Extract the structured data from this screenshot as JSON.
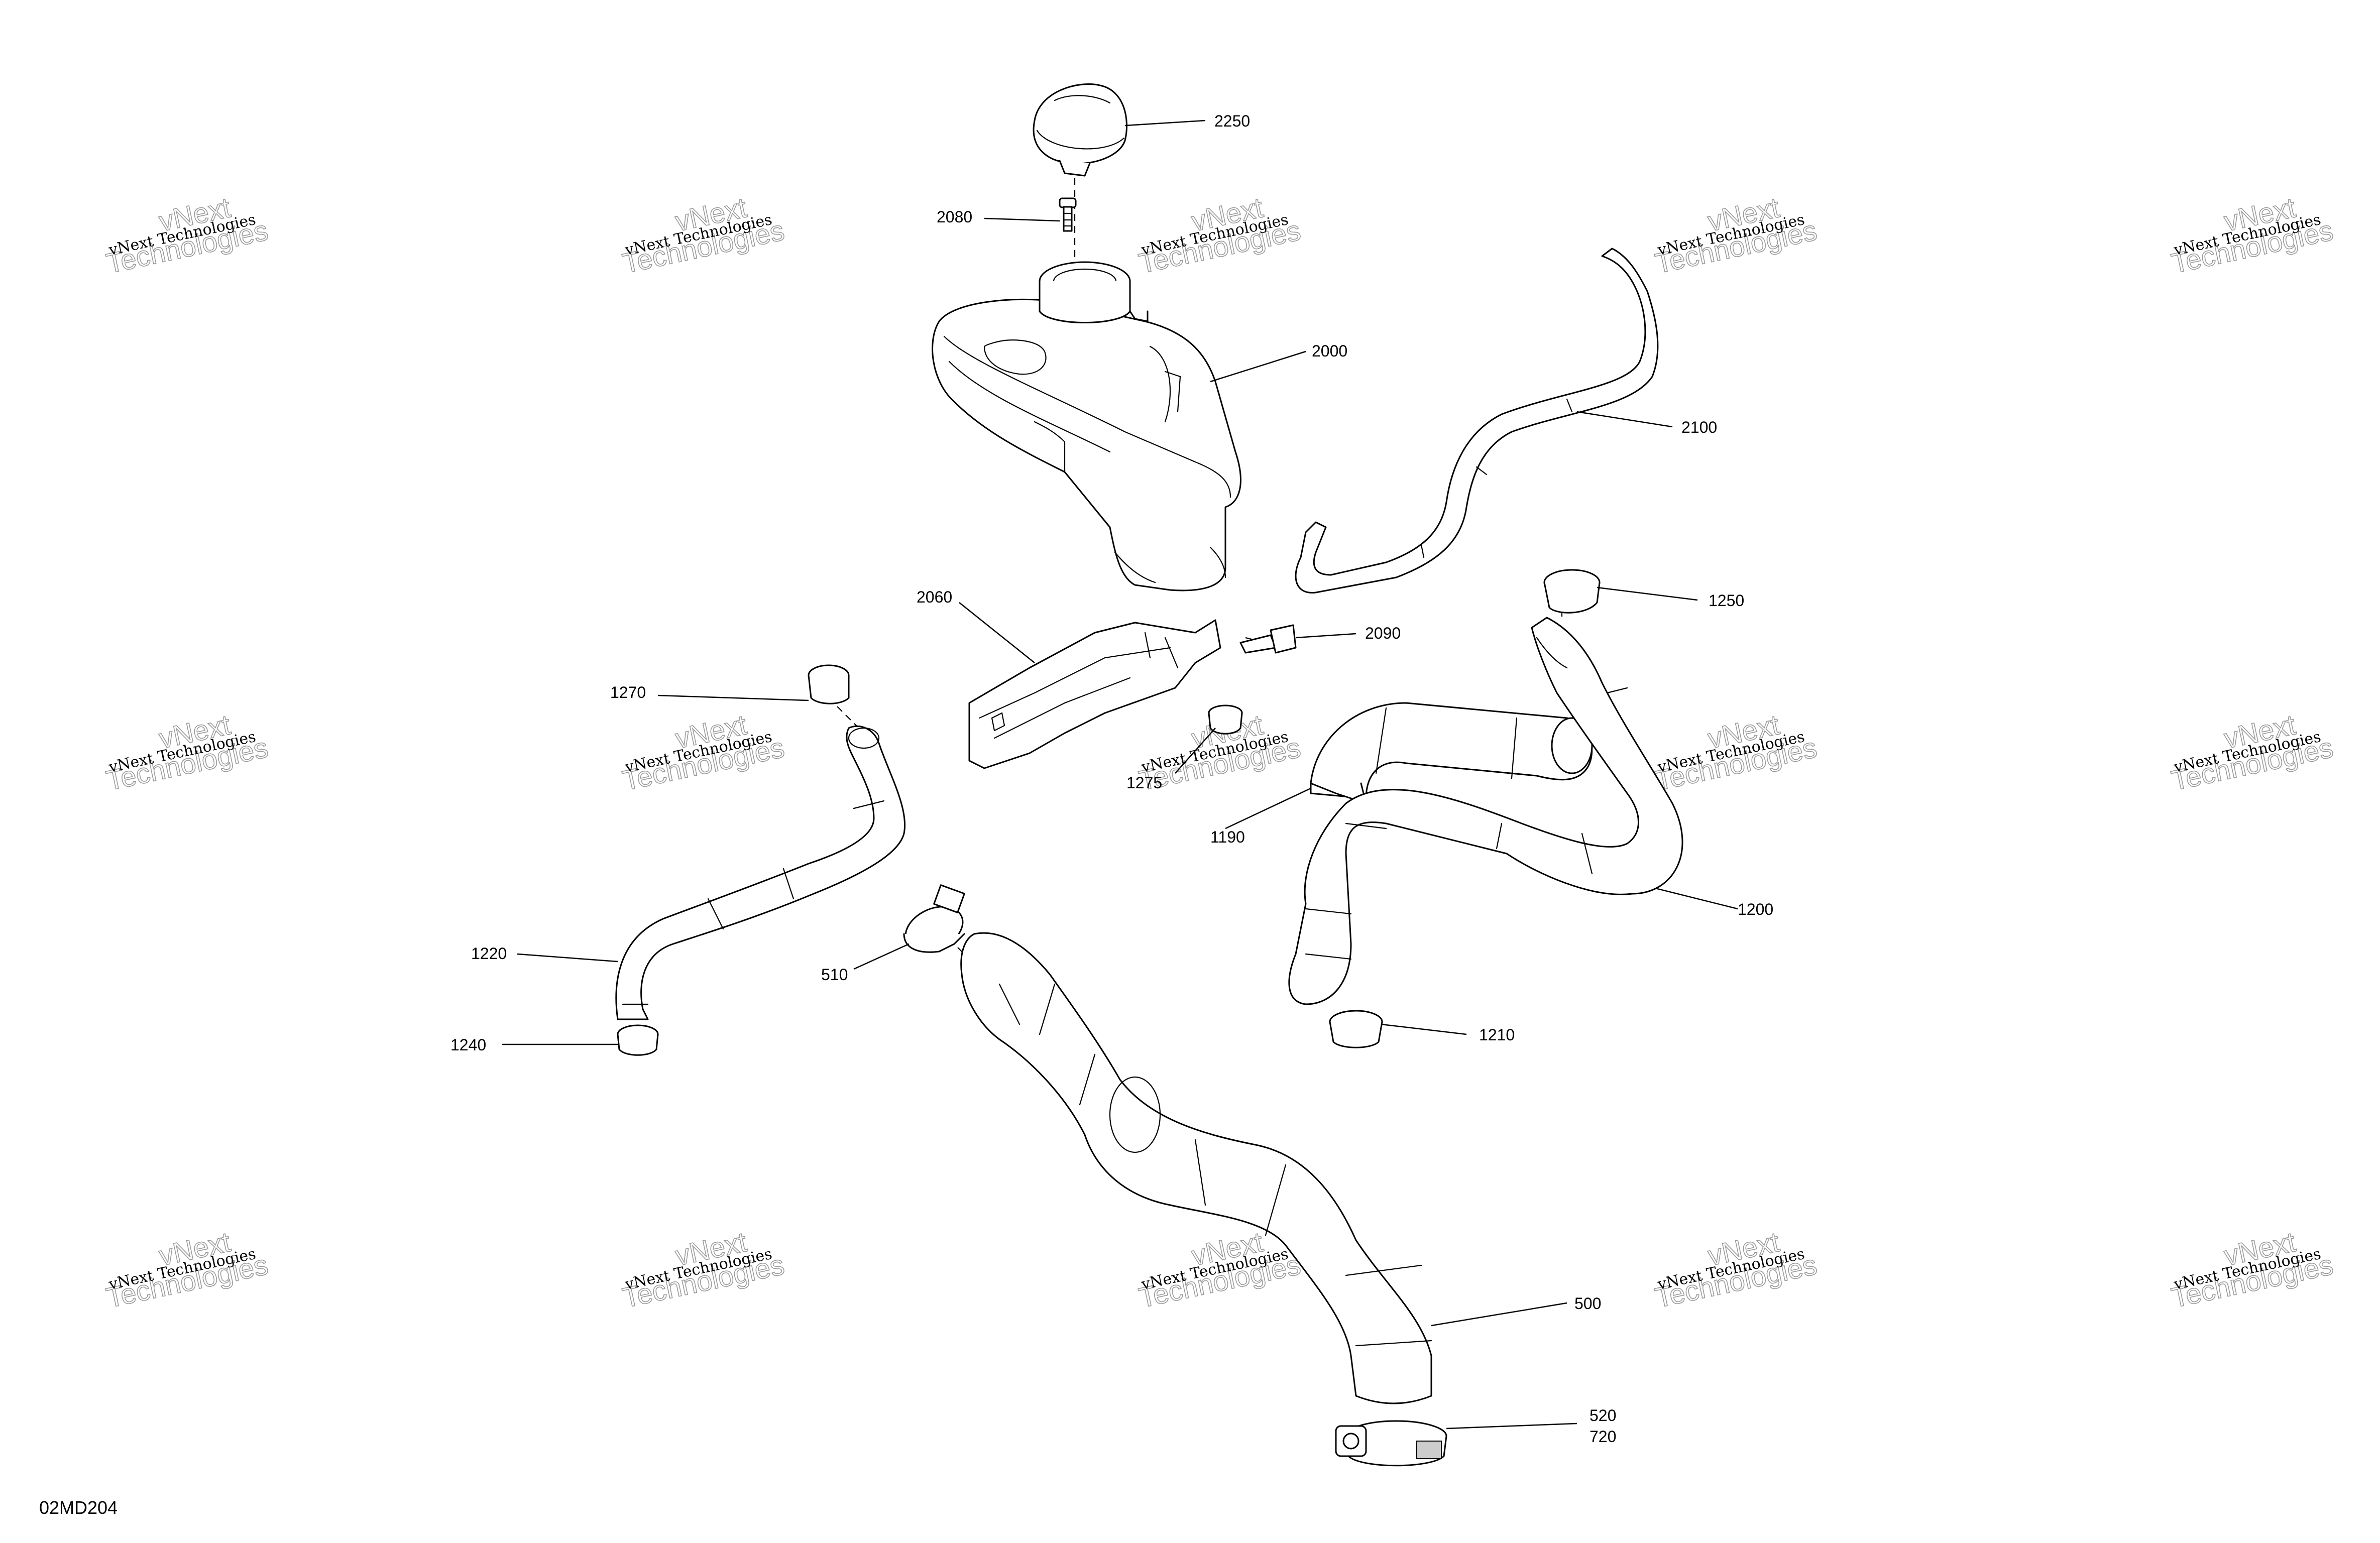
{
  "diagram": {
    "reference_code": "02MD204",
    "watermark_line1": "vNext Technologies",
    "watermark_ghost_line1": "vNext",
    "watermark_ghost_line2": "Technologies",
    "callouts": {
      "c2250": "2250",
      "c2080": "2080",
      "c2000": "2000",
      "c2100": "2100",
      "c2060": "2060",
      "c2090": "2090",
      "c1250": "1250",
      "c1270": "1270",
      "c1275": "1275",
      "c1190": "1190",
      "c1200": "1200",
      "c1220": "1220",
      "c510": "510",
      "c1240": "1240",
      "c1210": "1210",
      "c500": "500",
      "c520": "520",
      "c720": "720"
    }
  }
}
